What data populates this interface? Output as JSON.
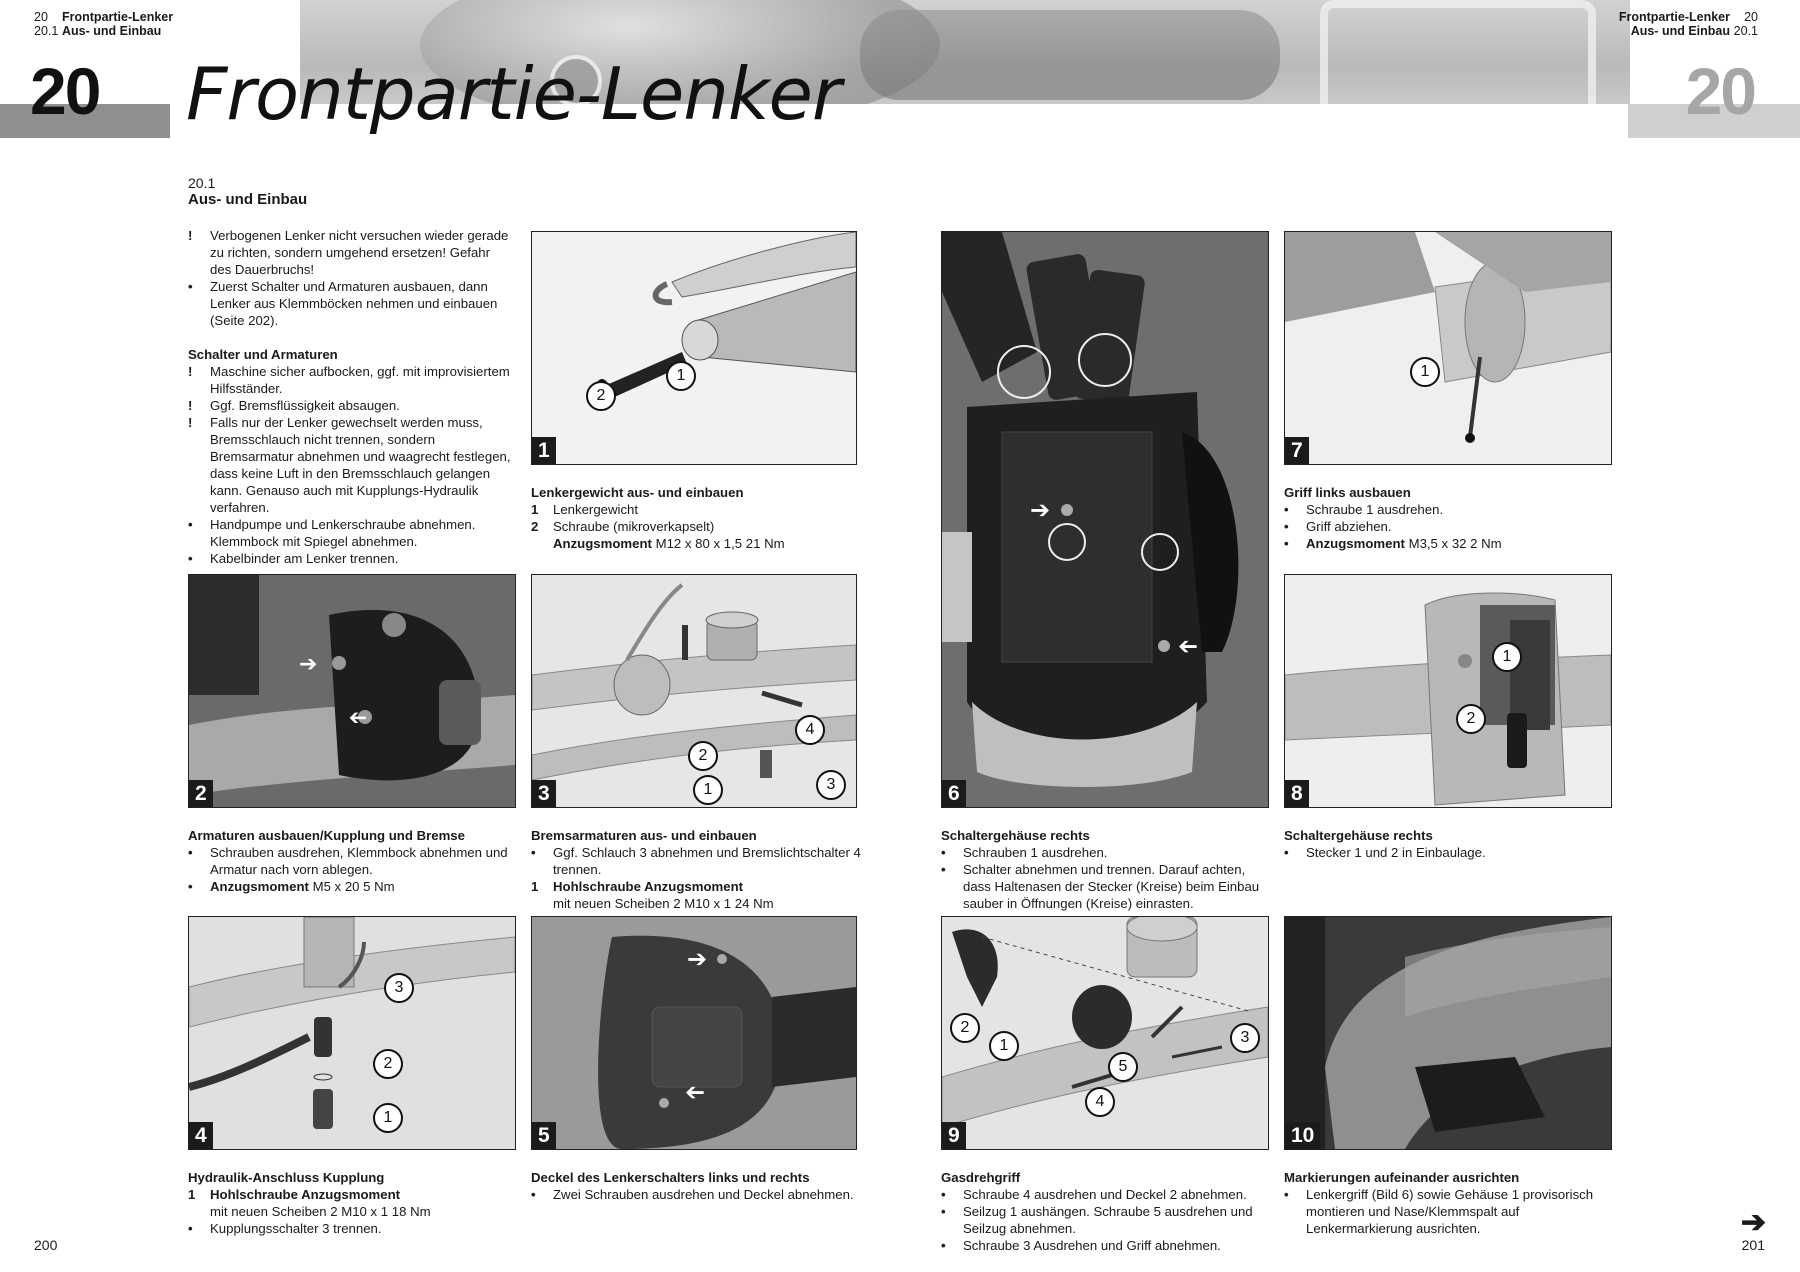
{
  "header": {
    "left_running": [
      {
        "num": "20",
        "title": "Frontpartie-Lenker"
      },
      {
        "num": "20.1",
        "title": "Aus- und Einbau"
      }
    ],
    "right_running": [
      {
        "title": "Frontpartie-Lenker",
        "num": "20"
      },
      {
        "title": "Aus- und Einbau",
        "num": "20.1"
      }
    ],
    "chapter_number_left": "20",
    "chapter_number_right": "20",
    "chapter_title": "Frontpartie-Lenker"
  },
  "section": {
    "number": "20.1",
    "title": "Aus- und Einbau"
  },
  "intro": {
    "items": [
      {
        "marker": "!",
        "text": "Verbogenen Lenker nicht versuchen wieder gerade zu richten, sondern umgehend ersetzen! Gefahr des Dauerbruchs!"
      },
      {
        "marker": "•",
        "text": "Zuerst Schalter und Armaturen ausbauen, dann Lenker aus Klemmböcken nehmen und einbauen (Seite 202)."
      }
    ],
    "subheading": "Schalter und Armaturen",
    "items2": [
      {
        "marker": "!",
        "text": "Maschine sicher aufbocken, ggf. mit improvisiertem Hilfsständer."
      },
      {
        "marker": "!",
        "text": "Ggf. Bremsflüssigkeit absaugen."
      },
      {
        "marker": "!",
        "text": "Falls nur der Lenker gewechselt werden muss, Bremsschlauch nicht trennen, sondern Bremsarmatur abnehmen und waagrecht festlegen, dass keine Luft in den Bremsschlauch gelangen kann. Genauso auch mit Kupplungs-Hydraulik verfahren."
      },
      {
        "marker": "•",
        "text": "Handpumpe und Lenkerschraube abnehmen. Klemmbock mit Spiegel abnehmen."
      },
      {
        "marker": "•",
        "text": "Kabelbinder am Lenker trennen."
      }
    ]
  },
  "figures": [
    {
      "num": "1",
      "callouts": [
        "1",
        "2"
      ]
    },
    {
      "num": "2",
      "callouts": []
    },
    {
      "num": "3",
      "callouts": [
        "1",
        "2",
        "3",
        "4"
      ]
    },
    {
      "num": "4",
      "callouts": [
        "1",
        "2",
        "3"
      ]
    },
    {
      "num": "5",
      "callouts": []
    },
    {
      "num": "6",
      "callouts": []
    },
    {
      "num": "7",
      "callouts": [
        "1"
      ]
    },
    {
      "num": "8",
      "callouts": [
        "1",
        "2"
      ]
    },
    {
      "num": "9",
      "callouts": [
        "1",
        "2",
        "3",
        "4",
        "5"
      ]
    },
    {
      "num": "10",
      "callouts": []
    }
  ],
  "captions": {
    "c1": {
      "title": "Lenkergewicht aus- und einbauen",
      "rows": [
        {
          "marker": "1",
          "text": "Lenkergewicht"
        },
        {
          "marker": "2",
          "text": "Schraube (mikroverkapselt)"
        }
      ],
      "torque_label": "Anzugsmoment",
      "torque_value": "M12 x 80 x 1,5   21 Nm"
    },
    "c2": {
      "title": "Armaturen ausbauen/Kupplung und Bremse",
      "rows": [
        {
          "marker": "•",
          "text": "Schrauben ausdrehen, Klemmbock abnehmen und Armatur nach vorn ablegen."
        }
      ],
      "torque_label": "Anzugsmoment",
      "torque_value": "M5 x 20   5 Nm"
    },
    "c3": {
      "title": "Bremsarmaturen aus- und einbauen",
      "rows": [
        {
          "marker": "•",
          "text": "Ggf. Schlauch 3 abnehmen und Bremslichtschalter 4 trennen."
        }
      ],
      "row_num": "1",
      "row_label": "Hohlschraube Anzugsmoment",
      "row_text": "mit neuen Scheiben 2 M10 x 1   24 Nm"
    },
    "c4": {
      "title": "Hydraulik-Anschluss Kupplung",
      "row_num": "1",
      "row_label": "Hohlschraube Anzugsmoment",
      "row_text": "mit neuen Scheiben 2 M10 x 1   18 Nm",
      "rows": [
        {
          "marker": "•",
          "text": "Kupplungsschalter 3 trennen."
        }
      ]
    },
    "c5": {
      "title": "Deckel des Lenkerschalters links und rechts",
      "rows": [
        {
          "marker": "•",
          "text": "Zwei Schrauben ausdrehen und Deckel abnehmen."
        }
      ]
    },
    "c6": {
      "title": "Schaltergehäuse rechts",
      "rows": [
        {
          "marker": "•",
          "text": "Schrauben 1 ausdrehen."
        },
        {
          "marker": "•",
          "text": "Schalter abnehmen und trennen. Darauf achten, dass Haltenasen der Stecker (Kreise) beim Einbau sauber in Öffnungen (Kreise) einrasten."
        }
      ]
    },
    "c7": {
      "title": "Griff links ausbauen",
      "rows": [
        {
          "marker": "•",
          "text": "Schraube 1 ausdrehen."
        },
        {
          "marker": "•",
          "text": "Griff abziehen."
        }
      ],
      "torque_label": "Anzugsmoment",
      "torque_value": "M3,5 x 32   2 Nm"
    },
    "c8": {
      "title": "Schaltergehäuse rechts",
      "rows": [
        {
          "marker": "•",
          "text": "Stecker 1 und 2 in Einbaulage."
        }
      ]
    },
    "c9": {
      "title": "Gasdrehgriff",
      "rows": [
        {
          "marker": "•",
          "text": "Schraube 4 ausdrehen und Deckel 2 abnehmen."
        },
        {
          "marker": "•",
          "text": "Seilzug 1 aushängen. Schraube 5 ausdrehen und Seilzug abnehmen."
        },
        {
          "marker": "•",
          "text": "Schraube 3 Ausdrehen und Griff abnehmen."
        }
      ]
    },
    "c10": {
      "title": "Markierungen aufeinander ausrichten",
      "rows": [
        {
          "marker": "•",
          "text": "Lenkergriff (Bild 6) sowie Gehäuse 1 provisorisch montieren und Nase/Klemmspalt auf Lenkermarkierung ausrichten."
        }
      ]
    }
  },
  "footer": {
    "page_left": "200",
    "page_right": "201",
    "next_arrow": "➔"
  }
}
